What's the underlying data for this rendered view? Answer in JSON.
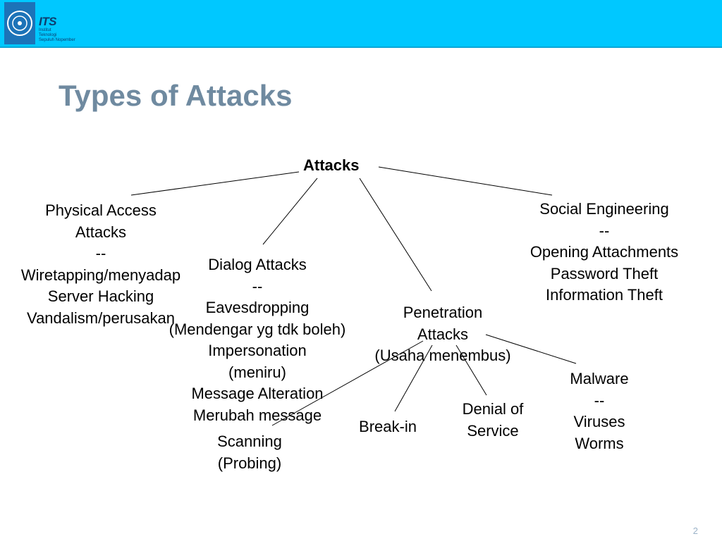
{
  "header": {
    "logo_alt": "ITS",
    "logo_lines": [
      "ITS",
      "Institut",
      "Teknologi",
      "Sepuluh Nopember"
    ],
    "brand_color": "#00c8ff"
  },
  "slide": {
    "title": "Types of Attacks",
    "number": "2"
  },
  "diagram": {
    "root": "Attacks",
    "physical": [
      "Physical Access",
      "Attacks",
      "--",
      "Wiretapping/menyadap",
      "Server Hacking",
      "Vandalism/perusakan"
    ],
    "dialog": [
      "Dialog Attacks",
      "--",
      "Eavesdropping",
      "(Mendengar yg tdk boleh)",
      "Impersonation",
      "(meniru)",
      "Message Alteration",
      "Merubah message"
    ],
    "penetration": [
      "Penetration",
      "Attacks",
      "(Usaha menembus)"
    ],
    "social": [
      "Social Engineering",
      "--",
      "Opening Attachments",
      "Password Theft",
      "Information Theft"
    ],
    "scanning": [
      "Scanning",
      "(Probing)"
    ],
    "breakin": [
      "Break-in"
    ],
    "dos": [
      "Denial of",
      "Service"
    ],
    "malware": [
      "Malware",
      "--",
      "Viruses",
      "Worms"
    ]
  }
}
